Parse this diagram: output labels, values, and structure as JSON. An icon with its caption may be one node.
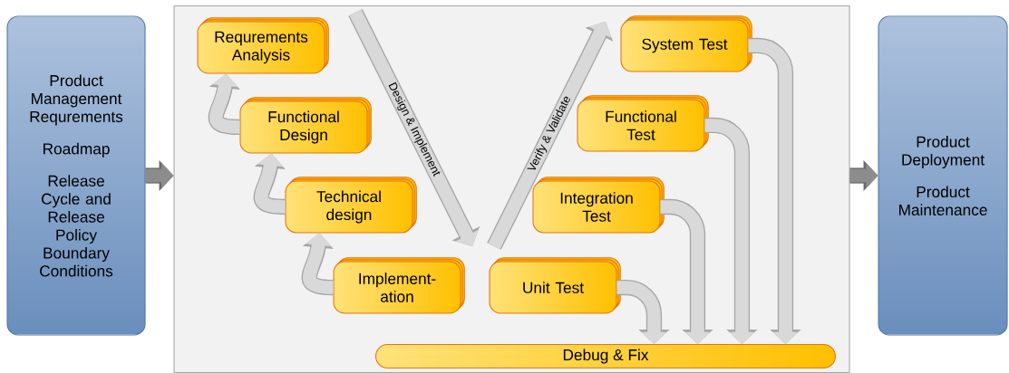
{
  "diagram": {
    "nodes": [
      {
        "text": [
          "Product Management Requrements",
          "Roadmap",
          "Release Cycle and Release Policy Boundary Conditions"
        ]
      },
      {
        "text": [],
        "shape": "box"
      },
      {
        "text": [
          "Requrements Analysis"
        ],
        "in": 1
      },
      {
        "text": [
          "Functional Design"
        ],
        "in": 1
      },
      {
        "text": [
          "Technical design"
        ],
        "in": 1
      },
      {
        "text": [
          "Implement- ation"
        ],
        "in": 1
      },
      {
        "text": [
          "Unit Test"
        ],
        "in": 1
      },
      {
        "text": [
          "Integration Test"
        ],
        "in": 1
      },
      {
        "text": [
          "Functional Test"
        ],
        "in": 1
      },
      {
        "text": [
          "System Test"
        ],
        "in": 1
      },
      {
        "text": [
          "Debug & Fix"
        ],
        "in": 1
      },
      {
        "text": [
          "Product Deployment",
          "Product Maintenance"
        ]
      }
    ],
    "edges": [
      {
        "from": 0,
        "to": 1,
        "arrow": "to",
        "color": "#8c8c8c"
      },
      {
        "from": 1,
        "to": 11,
        "arrow": "to",
        "color": "#8c8c8c"
      },
      {
        "from": 3,
        "to": 2,
        "arrow": "to"
      },
      {
        "from": 4,
        "to": 3,
        "arrow": "to"
      },
      {
        "from": 5,
        "to": 4,
        "arrow": "to"
      },
      {
        "from": 6,
        "to": 10,
        "arrow": "to"
      },
      {
        "from": 7,
        "to": 10,
        "arrow": "to"
      },
      {
        "from": 8,
        "to": 10,
        "arrow": "to"
      },
      {
        "from": 9,
        "to": 10,
        "arrow": "to"
      }
    ],
    "labels": [
      "Design & Implement",
      "Verify & Validate"
    ]
  }
}
